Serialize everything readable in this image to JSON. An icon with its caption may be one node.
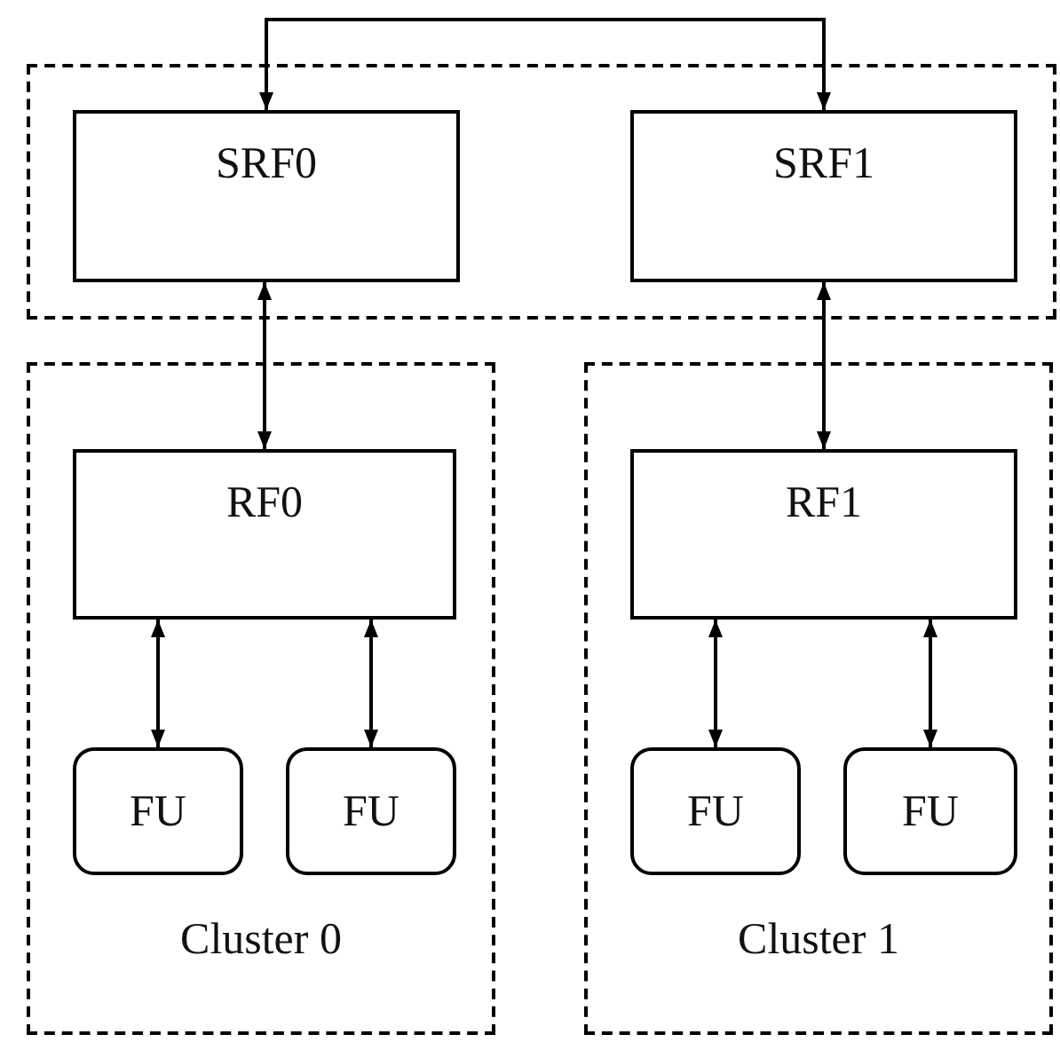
{
  "diagram": {
    "nodes": [
      {
        "text": [],
        "shape": "box"
      },
      {
        "text": [
          "SRF0"
        ],
        "in": 0
      },
      {
        "text": [
          "SRF1"
        ],
        "in": 0
      },
      {
        "text": [
          "Cluster 0"
        ]
      },
      {
        "text": [
          "RF0"
        ],
        "in": 3
      },
      {
        "text": [
          "FU"
        ],
        "in": 3
      },
      {
        "text": [
          "FU"
        ],
        "in": 3
      },
      {
        "text": [
          "Cluster 1"
        ]
      },
      {
        "text": [
          "RF1"
        ],
        "in": 7
      },
      {
        "text": [
          "FU"
        ],
        "in": 7
      },
      {
        "text": [
          "FU"
        ],
        "in": 7
      }
    ],
    "edges": [
      {
        "from": 1,
        "to": 2,
        "arrow": "both"
      },
      {
        "from": 1,
        "to": 4,
        "arrow": "both"
      },
      {
        "from": 2,
        "to": 8,
        "arrow": "both"
      },
      {
        "from": 4,
        "to": 5,
        "arrow": "both"
      },
      {
        "from": 4,
        "to": 6,
        "arrow": "both"
      },
      {
        "from": 8,
        "to": 9,
        "arrow": "both"
      },
      {
        "from": 8,
        "to": 10,
        "arrow": "both"
      }
    ]
  }
}
